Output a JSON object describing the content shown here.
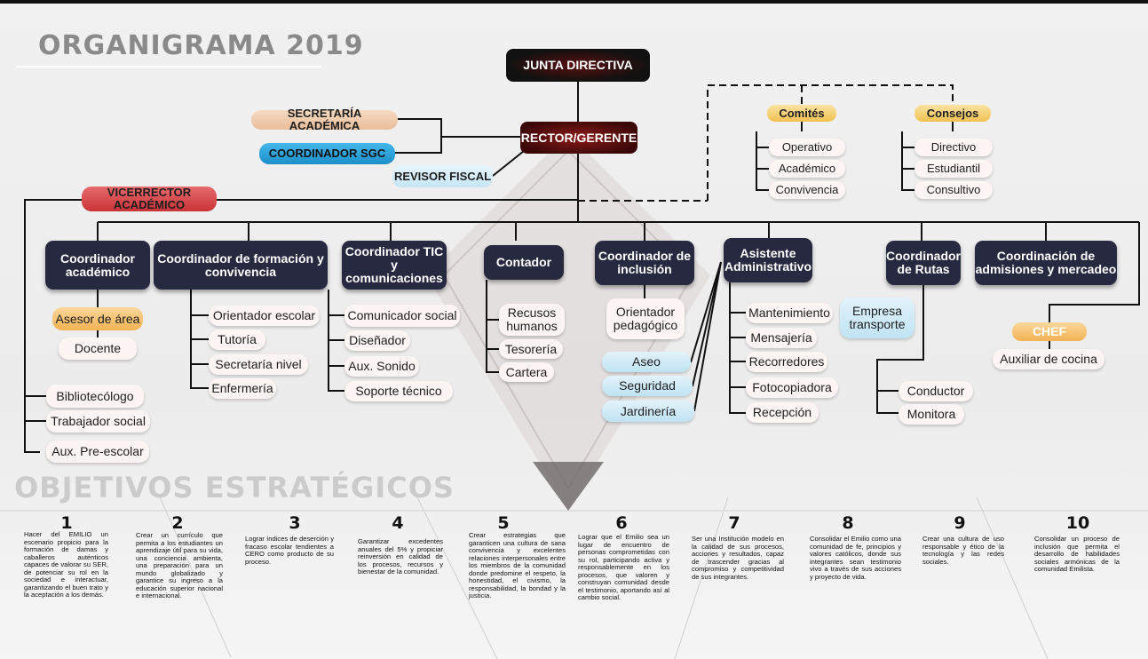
{
  "title": "ORGANIGRAMA 2019",
  "top": {
    "junta": "JUNTA DIRECTIVA",
    "rector": "RECTOR/GERENTE",
    "secretaria": "SECRETARÍA ACADÉMICA",
    "coordinador_sgc": "COORDINADOR SGC",
    "revisor": "REVISOR FISCAL",
    "vicerrector": "VICERRECTOR ACADÉMICO"
  },
  "committees": {
    "comites": {
      "title": "Comités",
      "items": [
        "Operativo",
        "Académico",
        "Convivencia"
      ]
    },
    "consejos": {
      "title": "Consejos",
      "items": [
        "Directivo",
        "Estudiantil",
        "Consultivo"
      ]
    }
  },
  "coordinators": [
    {
      "title": "Coordinador\nacadémico",
      "items": [
        "Asesor de área",
        "Docente",
        "Bibliotecólogo",
        "Trabajador social",
        "Aux. Pre-escolar"
      ]
    },
    {
      "title": "Coordinador de formación y\nconvivencia",
      "items": [
        "Orientador escolar",
        "Tutoría",
        "Secretaría nivel",
        "Enfermería"
      ]
    },
    {
      "title": "Coordinador TIC y\ncomunicaciones",
      "items": [
        "Comunicador social",
        "Diseñador",
        "Aux. Sonido",
        "Soporte técnico"
      ]
    },
    {
      "title": "Contador",
      "items": [
        "Recusos\nhumanos",
        "Tesorería",
        "Cartera"
      ]
    },
    {
      "title": "Coordinador de\ninclusión",
      "items": [
        "Orientador\npedagógico"
      ]
    },
    {
      "title": "Asistente\nAdministrativo",
      "items": [
        "Aseo",
        "Seguridad",
        "Jardinería",
        "Mantenimiento",
        "Mensajería",
        "Recorredores",
        "Fotocopiadora",
        "Recepción"
      ]
    },
    {
      "title": "Coordinador\nde Rutas",
      "items": [
        "Empresa\ntransporte",
        "Conductor",
        "Monitora"
      ]
    },
    {
      "title": "Coordinación de\nadmisiones y mercadeo",
      "items": [
        "CHEF",
        "Auxiliar de cocina"
      ]
    }
  ],
  "objectives_title": "OBJETIVOS ESTRATÉGICOS",
  "objectives": [
    {
      "num": "1",
      "text": "Hacer del EMILIO un escenario propicio para la formación de damas y caballeros auténticos capaces de valorar su SER, de potenciar su rol en la sociedad e interactuar, garantizando el buen trato y la aceptación a los demás."
    },
    {
      "num": "2",
      "text": "Crear un currículo que permita a los estudiantes un aprendizaje útil para su vida, una conciencia ambienta, una preparación para un mundo globalizado y garantice su ingreso a la educación superior nacional e internacional."
    },
    {
      "num": "3",
      "text": "Lograr índices de deserción y fracaso escolar tendientes a CERO como producto de su proceso."
    },
    {
      "num": "4",
      "text": "Garantizar excedentes anuales del 5% y propiciar reinversión en calidad de los procesos, recursos y bienestar de la comunidad."
    },
    {
      "num": "5",
      "text": "Crear estrategias que garanticen una cultura de sana convivencia y excelentes relaciones interpersonales entre los miembros de la comunidad donde predomine el respeto, la honestidad, el civismo, la responsabilidad, la bondad y la justicia."
    },
    {
      "num": "6",
      "text": "Lograr que el Emilio sea un lugar de encuentro de personas comprometidas con su rol, participando activa y responsablemente en los procesos, que valoren y construyan comunidad desde el testimonio, aportando así al cambio social."
    },
    {
      "num": "7",
      "text": "Ser una Institución modelo en la calidad de sus procesos, acciones y resultados, capaz de trascender gracias al compromiso y competitividad de sus integrantes."
    },
    {
      "num": "8",
      "text": "Consolidar el Emilio como una comunidad de fe, principios y valores católicos, donde sus integrantes sean testimonio vivo a través de sus acciones y proyecto de vida."
    },
    {
      "num": "9",
      "text": "Crear una cultura de uso responsable y ético de la tecnología y las redes sociales."
    },
    {
      "num": "10",
      "text": "Consolidar un proceso de inclusión que permita el desarrollo de habilidades sociales armónicas de la comunidad Emilista."
    }
  ],
  "colors": {
    "navy": "#26293f",
    "junta": "#111111",
    "rector": "#7a1414",
    "secretaria": "#f0c9a7",
    "sgc": "#2aa5e0",
    "revisor": "#d5eefa",
    "vicerrector": "#d9464a",
    "comites": "#f7d27a",
    "chef": "#f5b85a",
    "heading_gray": "#8a8a8a"
  }
}
